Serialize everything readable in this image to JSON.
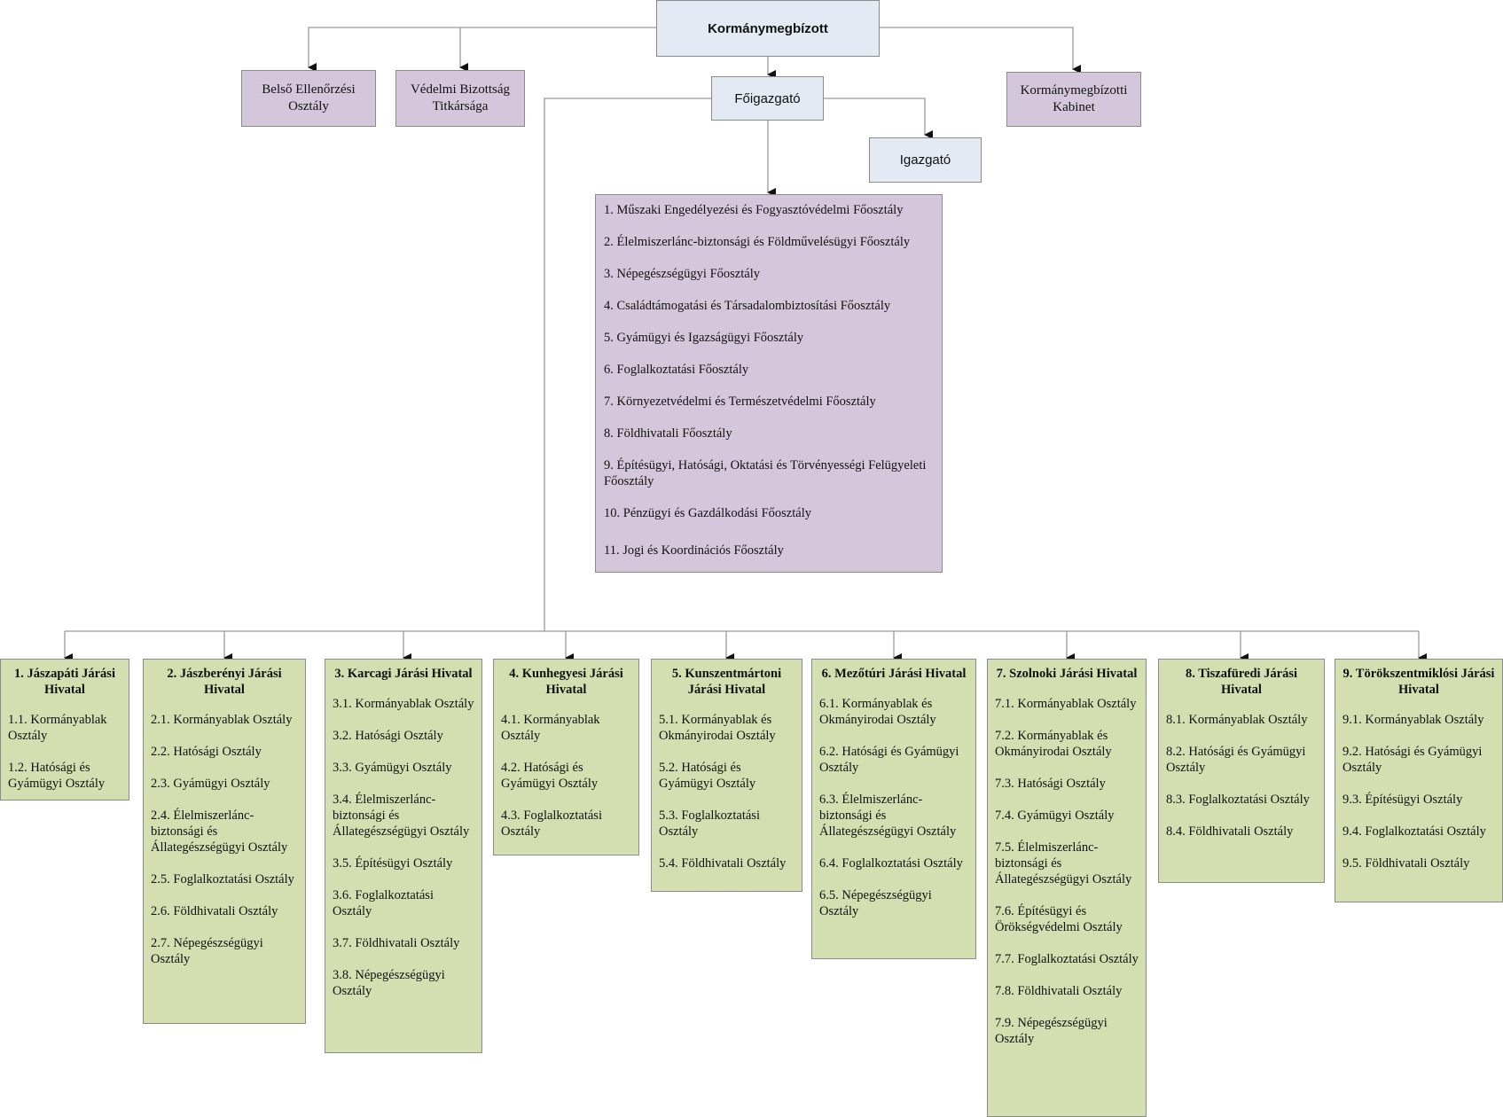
{
  "top": {
    "kormanymegbizott": "Kormánymegbízott",
    "foigazgato": "Főigazgató",
    "igazgato": "Igazgató",
    "belso": "Belső Ellenőrzési Osztály",
    "vedelmi": "Védelmi Bizottság Titkársága",
    "kabinet": "Kormánymegbízotti Kabinet"
  },
  "departments": [
    "1. Műszaki Engedélyezési és Fogyasztóvédelmi Főosztály",
    "2. Élelmiszerlánc-biztonsági és Földművelésügyi Főosztály",
    "3. Népegészségügyi Főosztály",
    "4. Családtámogatási és Társadalombiztosítási Főosztály",
    "5. Gyámügyi és Igazságügyi Főosztály",
    "6. Foglalkoztatási Főosztály",
    "7. Környezetvédelmi és Természetvédelmi Főosztály",
    "8. Földhivatali Főosztály",
    "9. Építésügyi, Hatósági, Oktatási és Törvényességi Felügyeleti Főosztály",
    "10. Pénzügyi és Gazdálkodási Főosztály",
    "11. Jogi és Koordinációs Főosztály"
  ],
  "offices": [
    {
      "title": "1. Jászapáti Járási Hivatal",
      "items": [
        "1.1. Kormányablak Osztály",
        "1.2. Hatósági és Gyámügyi Osztály"
      ]
    },
    {
      "title": "2. Jászberényi Járási Hivatal",
      "items": [
        "2.1. Kormányablak Osztály",
        "2.2. Hatósági Osztály",
        "2.3. Gyámügyi Osztály",
        "2.4. Élelmiszerlánc-biztonsági és Állategészségügyi Osztály",
        "2.5. Foglalkoztatási Osztály",
        "2.6. Földhivatali Osztály",
        "2.7. Népegészségügyi Osztály"
      ]
    },
    {
      "title": "3. Karcagi Járási Hivatal",
      "items": [
        "3.1. Kormányablak Osztály",
        "3.2. Hatósági Osztály",
        "3.3. Gyámügyi Osztály",
        "3.4. Élelmiszerlánc-biztonsági és Állategészségügyi Osztály",
        "3.5. Építésügyi Osztály",
        "3.6. Foglalkoztatási Osztály",
        "3.7. Földhivatali Osztály",
        "3.8. Népegészségügyi Osztály"
      ]
    },
    {
      "title": "4. Kunhegyesi Járási Hivatal",
      "items": [
        "4.1. Kormányablak Osztály",
        "4.2. Hatósági és Gyámügyi Osztály",
        "4.3. Foglalkoztatási Osztály"
      ]
    },
    {
      "title": "5. Kunszentmártoni Járási Hivatal",
      "items": [
        "5.1. Kormányablak és Okmányirodai Osztály",
        "5.2. Hatósági és Gyámügyi Osztály",
        "5.3. Foglalkoztatási Osztály",
        "5.4. Földhivatali Osztály"
      ]
    },
    {
      "title": "6. Mezőtúri Járási Hivatal",
      "items": [
        "6.1. Kormányablak és Okmányirodai Osztály",
        "6.2. Hatósági és Gyámügyi Osztály",
        "6.3. Élelmiszerlánc-biztonsági és Állategészségügyi Osztály",
        "6.4. Foglalkoztatási Osztály",
        "6.5. Népegészségügyi Osztály"
      ]
    },
    {
      "title": "7. Szolnoki Járási Hivatal",
      "items": [
        "7.1. Kormányablak Osztály",
        "7.2. Kormányablak és Okmányirodai Osztály",
        "7.3. Hatósági Osztály",
        "7.4. Gyámügyi Osztály",
        "7.5. Élelmiszerlánc-biztonsági és Állategészségügyi Osztály",
        "7.6. Építésügyi és Örökségvédelmi Osztály",
        "7.7. Foglalkoztatási Osztály",
        "7.8. Földhivatali Osztály",
        "7.9. Népegészségügyi Osztály"
      ]
    },
    {
      "title": "8. Tiszafüredi Járási Hivatal",
      "items": [
        "8.1. Kormányablak Osztály",
        "8.2. Hatósági és Gyámügyi Osztály",
        "8.3. Foglalkoztatási Osztály",
        "8.4. Földhivatali Osztály"
      ]
    },
    {
      "title": "9. Törökszentmiklósi Járási Hivatal",
      "items": [
        "9.1. Kormányablak Osztály",
        "9.2. Hatósági és Gyámügyi Osztály",
        "9.3. Építésügyi Osztály",
        "9.4. Foglalkoztatási Osztály",
        "9.5. Földhivatali Osztály"
      ]
    }
  ],
  "colors": {
    "blue_box": "#e3eaf4",
    "purple_box": "#d5c7db",
    "green_box": "#d3dfb0",
    "line": "#999999"
  }
}
